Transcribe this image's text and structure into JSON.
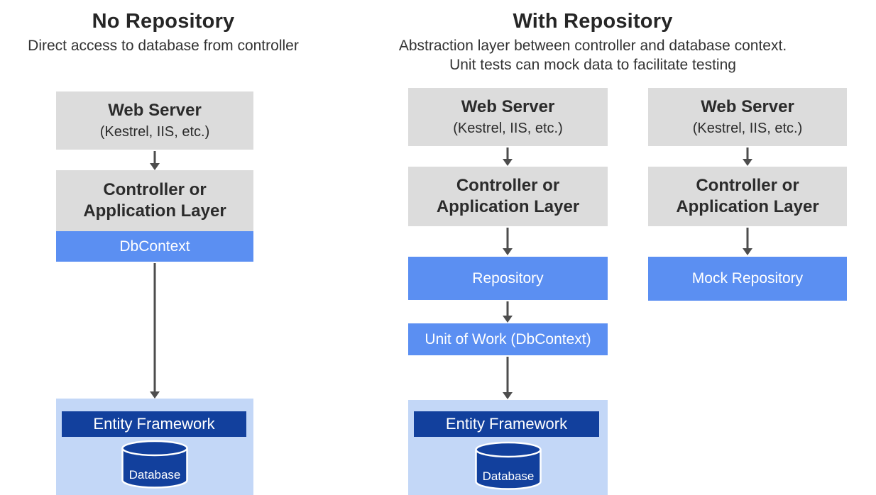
{
  "colors": {
    "gray-box": "#dcdcdc",
    "box-text": "#2b2b2b",
    "heading-text": "#262626",
    "subtitle-text": "#333333",
    "blue": "#5b8ff2",
    "light-blue": "#c3d7f7",
    "dark-blue": "#12409d",
    "arrow": "#4d4d4d",
    "white-text": "#ffffff"
  },
  "sections": [
    {
      "title": "No Repository",
      "subtitle_lines": [
        "Direct access to database from controller"
      ]
    },
    {
      "title": "With Repository",
      "subtitle_lines": [
        "Abstraction layer between controller and database context.",
        "Unit tests can mock data to facilitate testing"
      ]
    }
  ],
  "columns": [
    {
      "web_server": {
        "title": "Web Server",
        "subtitle": "(Kestrel, IIS, etc.)"
      },
      "controller": {
        "line1": "Controller or",
        "line2": "Application Layer"
      },
      "db_context": "DbContext",
      "entity_framework": {
        "title": "Entity Framework",
        "database": "Database"
      }
    },
    {
      "web_server": {
        "title": "Web Server",
        "subtitle": "(Kestrel, IIS, etc.)"
      },
      "controller": {
        "line1": "Controller or",
        "line2": "Application Layer"
      },
      "repository": "Repository",
      "unit_of_work": "Unit of Work (DbContext)",
      "entity_framework": {
        "title": "Entity Framework",
        "database": "Database"
      }
    },
    {
      "web_server": {
        "title": "Web Server",
        "subtitle": "(Kestrel, IIS, etc.)"
      },
      "controller": {
        "line1": "Controller or",
        "line2": "Application Layer"
      },
      "mock_repository": "Mock Repository"
    }
  ]
}
